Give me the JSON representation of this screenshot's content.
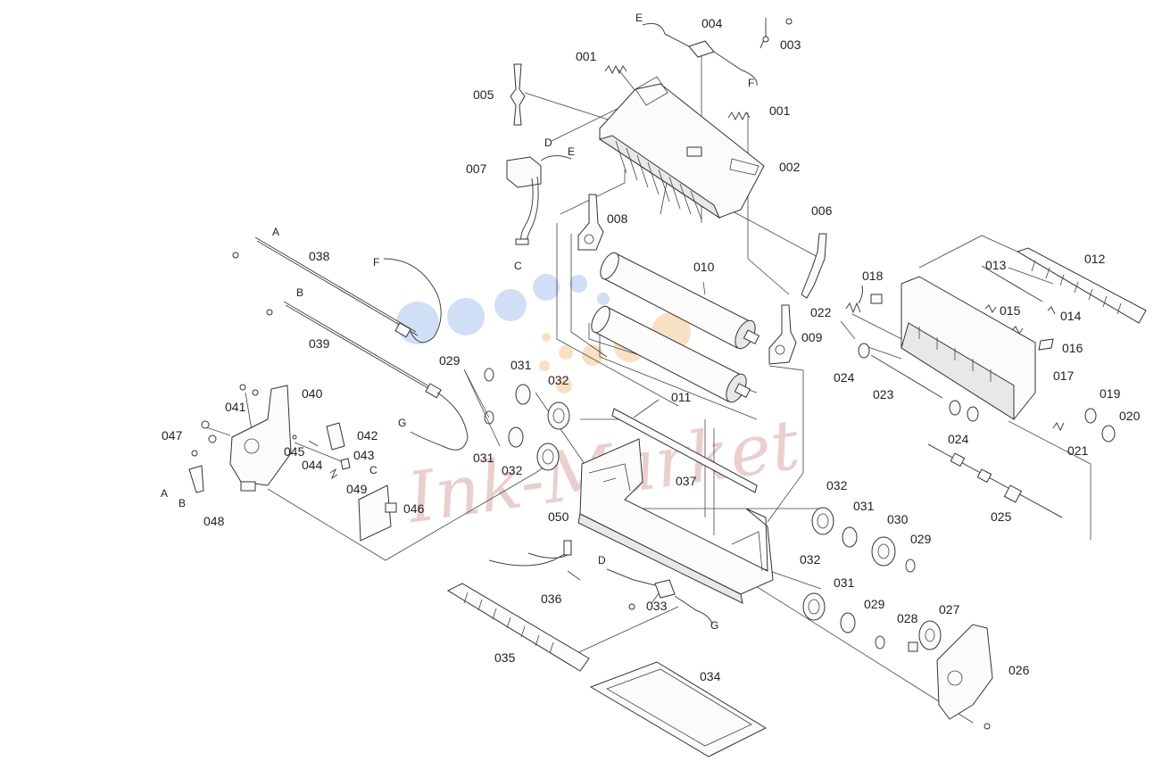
{
  "watermark": {
    "text": "Ink-Market",
    "dot_colors": [
      "#a9c4ee",
      "#f5d4a8"
    ]
  },
  "callouts": [
    {
      "id": "c001a",
      "text": "001"
    },
    {
      "id": "c001b",
      "text": "001"
    },
    {
      "id": "c002",
      "text": "002"
    },
    {
      "id": "c003",
      "text": "003"
    },
    {
      "id": "c004",
      "text": "004"
    },
    {
      "id": "c005",
      "text": "005"
    },
    {
      "id": "c006",
      "text": "006"
    },
    {
      "id": "c007",
      "text": "007"
    },
    {
      "id": "c008",
      "text": "008"
    },
    {
      "id": "c009",
      "text": "009"
    },
    {
      "id": "c010",
      "text": "010"
    },
    {
      "id": "c011",
      "text": "011"
    },
    {
      "id": "c012",
      "text": "012"
    },
    {
      "id": "c013",
      "text": "013"
    },
    {
      "id": "c014",
      "text": "014"
    },
    {
      "id": "c015",
      "text": "015"
    },
    {
      "id": "c016",
      "text": "016"
    },
    {
      "id": "c017",
      "text": "017"
    },
    {
      "id": "c018",
      "text": "018"
    },
    {
      "id": "c019",
      "text": "019"
    },
    {
      "id": "c020",
      "text": "020"
    },
    {
      "id": "c021",
      "text": "021"
    },
    {
      "id": "c022",
      "text": "022"
    },
    {
      "id": "c023",
      "text": "023"
    },
    {
      "id": "c024a",
      "text": "024"
    },
    {
      "id": "c024b",
      "text": "024"
    },
    {
      "id": "c025",
      "text": "025"
    },
    {
      "id": "c026",
      "text": "026"
    },
    {
      "id": "c027",
      "text": "027"
    },
    {
      "id": "c028",
      "text": "028"
    },
    {
      "id": "c029a",
      "text": "029"
    },
    {
      "id": "c029b",
      "text": "029"
    },
    {
      "id": "c029c",
      "text": "029"
    },
    {
      "id": "c030",
      "text": "030"
    },
    {
      "id": "c031a",
      "text": "031"
    },
    {
      "id": "c031b",
      "text": "031"
    },
    {
      "id": "c031c",
      "text": "031"
    },
    {
      "id": "c031d",
      "text": "031"
    },
    {
      "id": "c032a",
      "text": "032"
    },
    {
      "id": "c032b",
      "text": "032"
    },
    {
      "id": "c032c",
      "text": "032"
    },
    {
      "id": "c032d",
      "text": "032"
    },
    {
      "id": "c033",
      "text": "033"
    },
    {
      "id": "c034",
      "text": "034"
    },
    {
      "id": "c035",
      "text": "035"
    },
    {
      "id": "c036",
      "text": "036"
    },
    {
      "id": "c037",
      "text": "037"
    },
    {
      "id": "c038",
      "text": "038"
    },
    {
      "id": "c039",
      "text": "039"
    },
    {
      "id": "c040",
      "text": "040"
    },
    {
      "id": "c041",
      "text": "041"
    },
    {
      "id": "c042",
      "text": "042"
    },
    {
      "id": "c043",
      "text": "043"
    },
    {
      "id": "c044",
      "text": "044"
    },
    {
      "id": "c045",
      "text": "045"
    },
    {
      "id": "c046",
      "text": "046"
    },
    {
      "id": "c047",
      "text": "047"
    },
    {
      "id": "c048",
      "text": "048"
    },
    {
      "id": "c049",
      "text": "049"
    },
    {
      "id": "c050",
      "text": "050"
    }
  ],
  "connectors": [
    {
      "id": "kA1",
      "text": "A"
    },
    {
      "id": "kA2",
      "text": "A"
    },
    {
      "id": "kB1",
      "text": "B"
    },
    {
      "id": "kB2",
      "text": "B"
    },
    {
      "id": "kC1",
      "text": "C"
    },
    {
      "id": "kC2",
      "text": "C"
    },
    {
      "id": "kD1",
      "text": "D"
    },
    {
      "id": "kD2",
      "text": "D"
    },
    {
      "id": "kE1",
      "text": "E"
    },
    {
      "id": "kE2",
      "text": "E"
    },
    {
      "id": "kF1",
      "text": "F"
    },
    {
      "id": "kF2",
      "text": "F"
    },
    {
      "id": "kG1",
      "text": "G"
    },
    {
      "id": "kG2",
      "text": "G"
    }
  ]
}
